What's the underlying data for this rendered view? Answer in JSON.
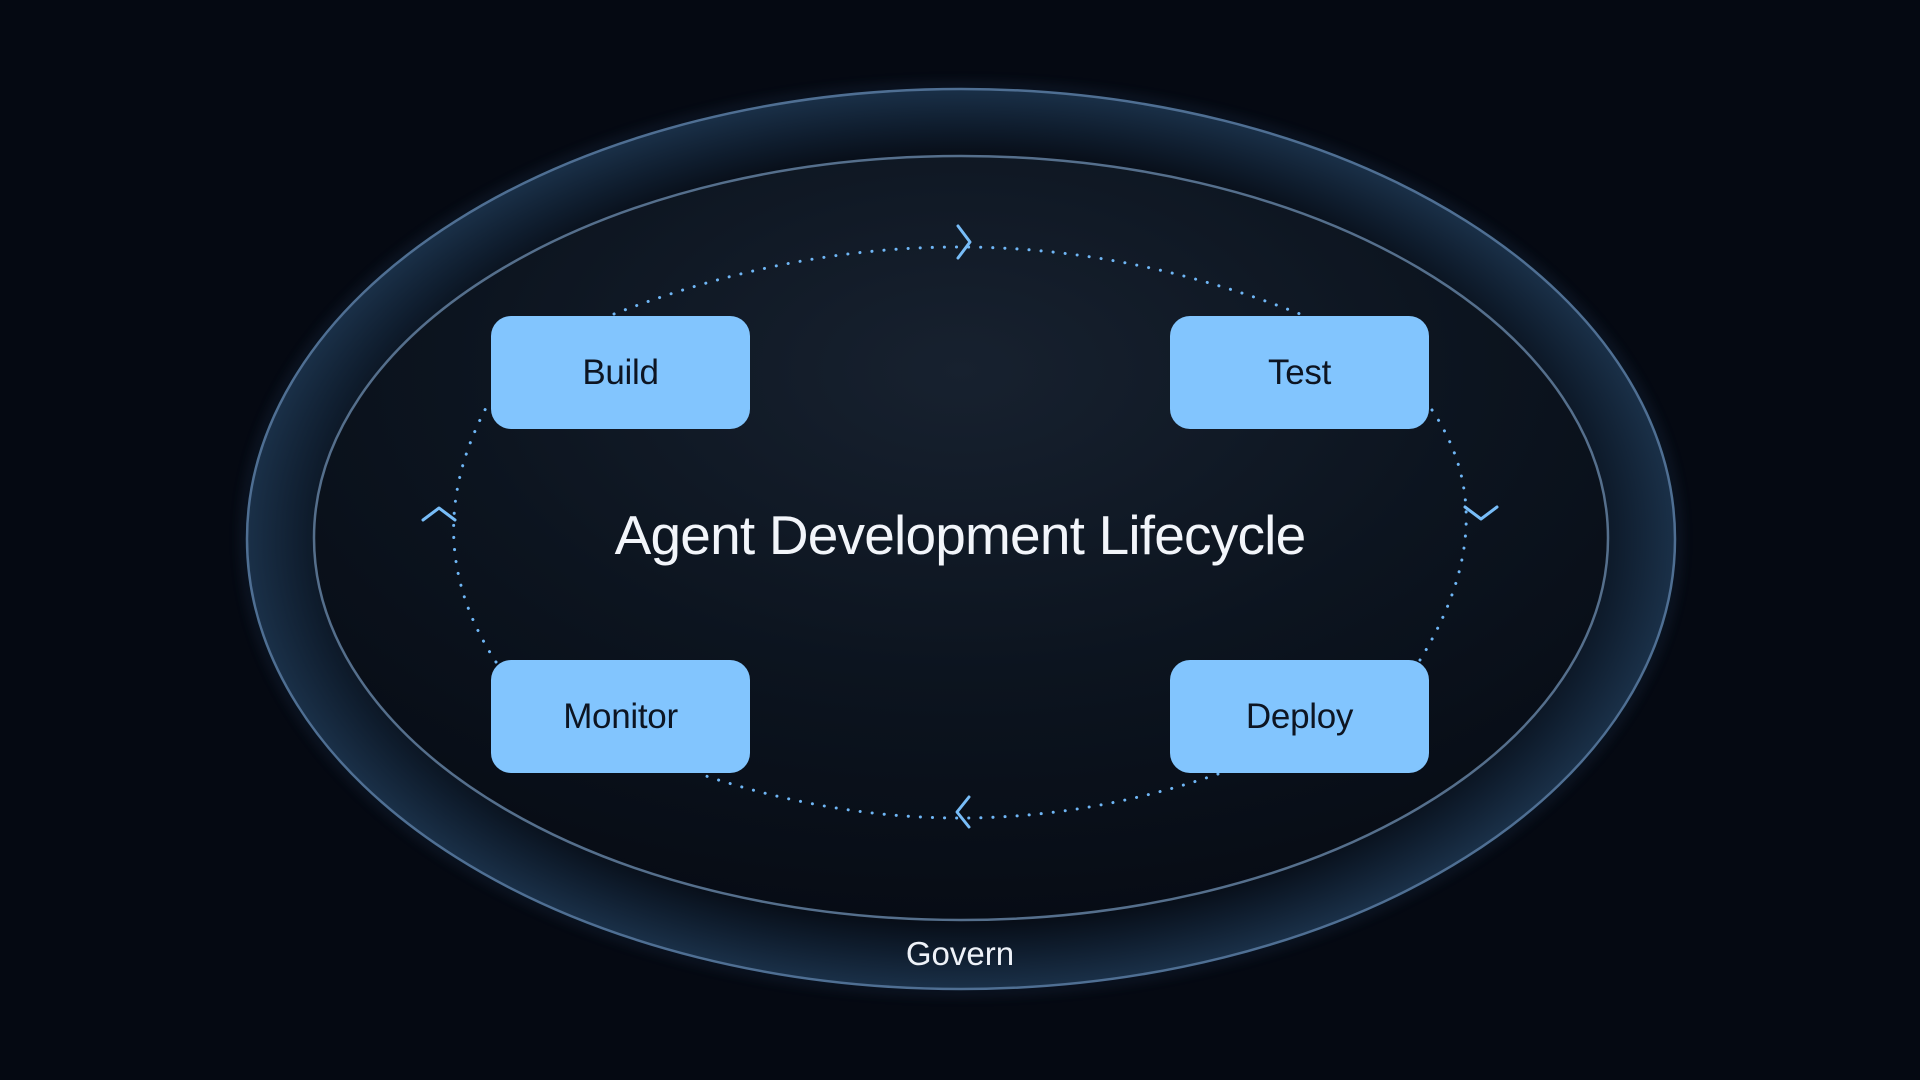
{
  "diagram": {
    "title": "Agent Development Lifecycle",
    "outer_ring_label": "Govern",
    "stages": [
      {
        "id": "build",
        "label": "Build"
      },
      {
        "id": "test",
        "label": "Test"
      },
      {
        "id": "deploy",
        "label": "Deploy"
      },
      {
        "id": "monitor",
        "label": "Monitor"
      }
    ],
    "flow": [
      "build",
      "test",
      "deploy",
      "monitor",
      "build"
    ],
    "connector_style": "dotted",
    "arrow_icons": [
      "chevron-right-icon",
      "chevron-down-icon",
      "chevron-left-icon",
      "chevron-up-icon"
    ]
  },
  "colors": {
    "background": "#050912",
    "stage_fill": "#82c5fe",
    "stage_text": "#0d1522",
    "ring_stroke": "#4f6f93",
    "connector": "#6fb6f5",
    "title_text": "#f2f5fa"
  }
}
